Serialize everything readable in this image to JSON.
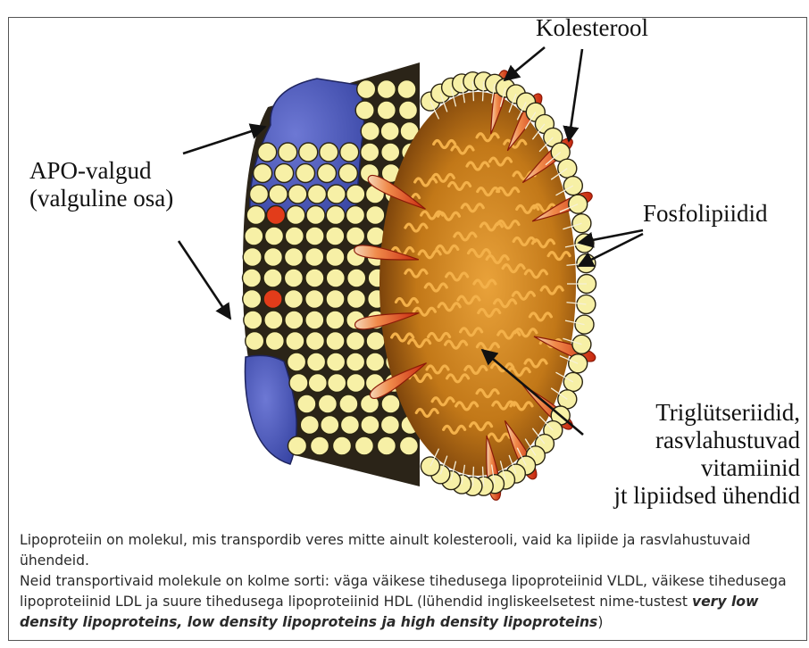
{
  "labels": {
    "cholesterol": "Kolesterool",
    "apo_line1": "APO-valgud",
    "apo_line2": "(valguline osa)",
    "phospholipids": "Fosfolipiidid",
    "triglycerides_line1": "Triglütseriidid,",
    "triglycerides_line2": "rasvlahustuvad",
    "triglycerides_line3": "vitamiinid",
    "triglycerides_line4": "jt lipiidsed ühendid"
  },
  "caption": {
    "p1": "Lipoproteiin on molekul, mis transpordib veres mitte ainult kolesterooli, vaid ka lipiide ja rasvlahustuvaid ühendeid.",
    "p2_pre": "Neid transportivaid molekule on kolme sorti: väga väikese tihedusega lipoproteiinid VLDL, väikese tihedusega lipoproteiinid LDL ja suure tihedusega lipoproteiinid HDL  (lühendid ingliskeelsetest nime-tustest ",
    "p2_em": "very low density lipoproteins, low density lipoproteins ja high density lipoproteins",
    "p2_post": ")"
  },
  "colors": {
    "phospholipid_head": "#f7f0a6",
    "apo_protein": "#4a57b8",
    "cholesterol_red": "#e23c1a",
    "core_orange": "#d98a1e",
    "core_dark": "#7a4210"
  }
}
